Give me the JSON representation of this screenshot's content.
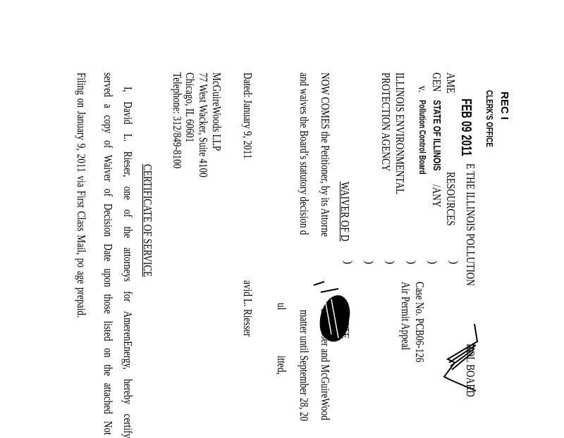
{
  "header": {
    "title_left": "E THE ILLINOIS POLLUTION",
    "title_right": "ROL BOARD"
  },
  "caption": {
    "petitioner_1a": "AME",
    "petitioner_1b": "RESOURCES",
    "petitioner_2a": "GEN",
    "petitioner_2b": "/ANY",
    "versus": "v.",
    "respondent_1": "ILLINOIS ENVIRONMENTAL",
    "respondent_2": "PROTECTION AGENCY",
    "parens": ")  )  )  )  )  )",
    "case_no": "Case No. PCB06-126",
    "case_type": "Air Permit Appeal"
  },
  "body": {
    "heading_a": "WAIVER OF D",
    "heading_b": "DATE",
    "p1_a": "NOW COMES the Petitioner, by its Attorne",
    "p1_b": "L. Riesser and McGuireWood",
    "p2_a": "and waives the Board’s statutory decision d",
    "p2_b": "matter until September 28, 20",
    "p3_a": "ul",
    "p3_b": "itted,",
    "dated": "Dated: January 9, 2011",
    "signer": "avid L. Riesser"
  },
  "address": {
    "firm": "McGuireWoods LLP",
    "street": "77 West Wacker, Suite 4100",
    "city": "Chicago, IL  60601",
    "phone": "Telephone:  312/849-8100"
  },
  "certificate": {
    "heading": "CERTIFICATE OF SERVICE",
    "line1": "I, David L. Rieser, one of the attorneys for AmerenEnergy, hereby certify",
    "line2": "served a copy of Waiver of Decision Date upon those listed on the attached Not",
    "line3": "Filing on January 9, 2011 via First Class Mail, po   age prepaid."
  },
  "stamp": {
    "rec": "REC I",
    "office": "CLERK'S OFFICE",
    "date": "FEB 09 2011",
    "state": "STATE OF ILLINOIS",
    "board": "Pollution Control Board"
  }
}
